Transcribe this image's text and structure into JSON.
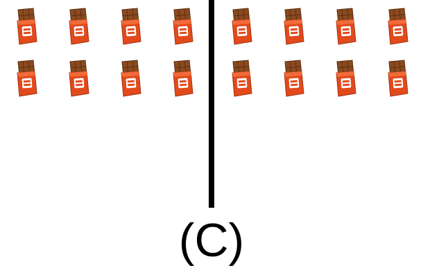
{
  "caption": "(C)",
  "icon": "chocolate-bar-icon",
  "colors": {
    "chocolate": "#8a4a1f",
    "wrapper": "#e24a1c",
    "divider": "#000000"
  },
  "groups": [
    {
      "name": "left",
      "count": 8
    },
    {
      "name": "right",
      "count": 8
    }
  ]
}
